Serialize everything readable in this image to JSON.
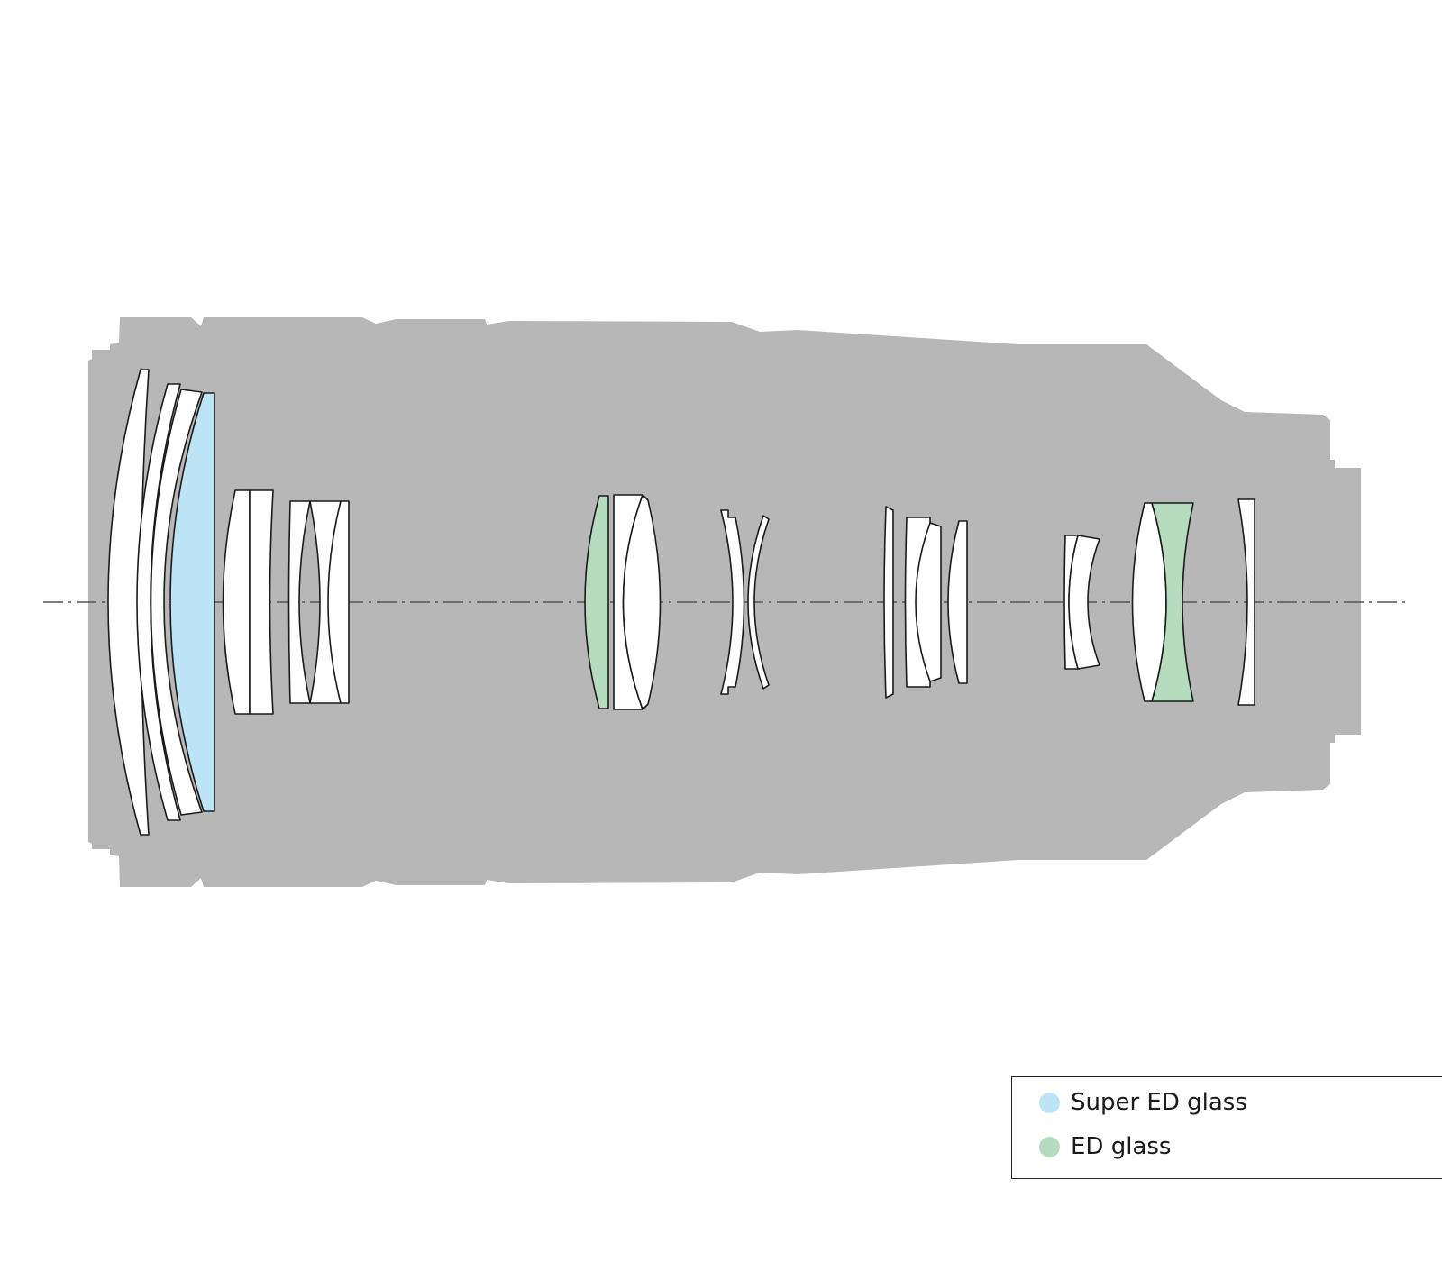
{
  "colors": {
    "background": "#ffffff",
    "barrel": "#b7b7b7",
    "lens_plain": "#ffffff",
    "lens_outline": "#1a1a1a",
    "super_ed_glass": "#bde3f7",
    "ed_glass": "#b5dcbf",
    "optical_axis": "#555555"
  },
  "legend": {
    "items": [
      {
        "label": "Super ED glass",
        "color": "#bde3f7",
        "glass": "super-ed"
      },
      {
        "label": "ED glass",
        "color": "#b5dcbf",
        "glass": "ed"
      }
    ]
  },
  "lens_elements": {
    "count": 23,
    "super_ed_count": 1,
    "ed_count": 2
  }
}
